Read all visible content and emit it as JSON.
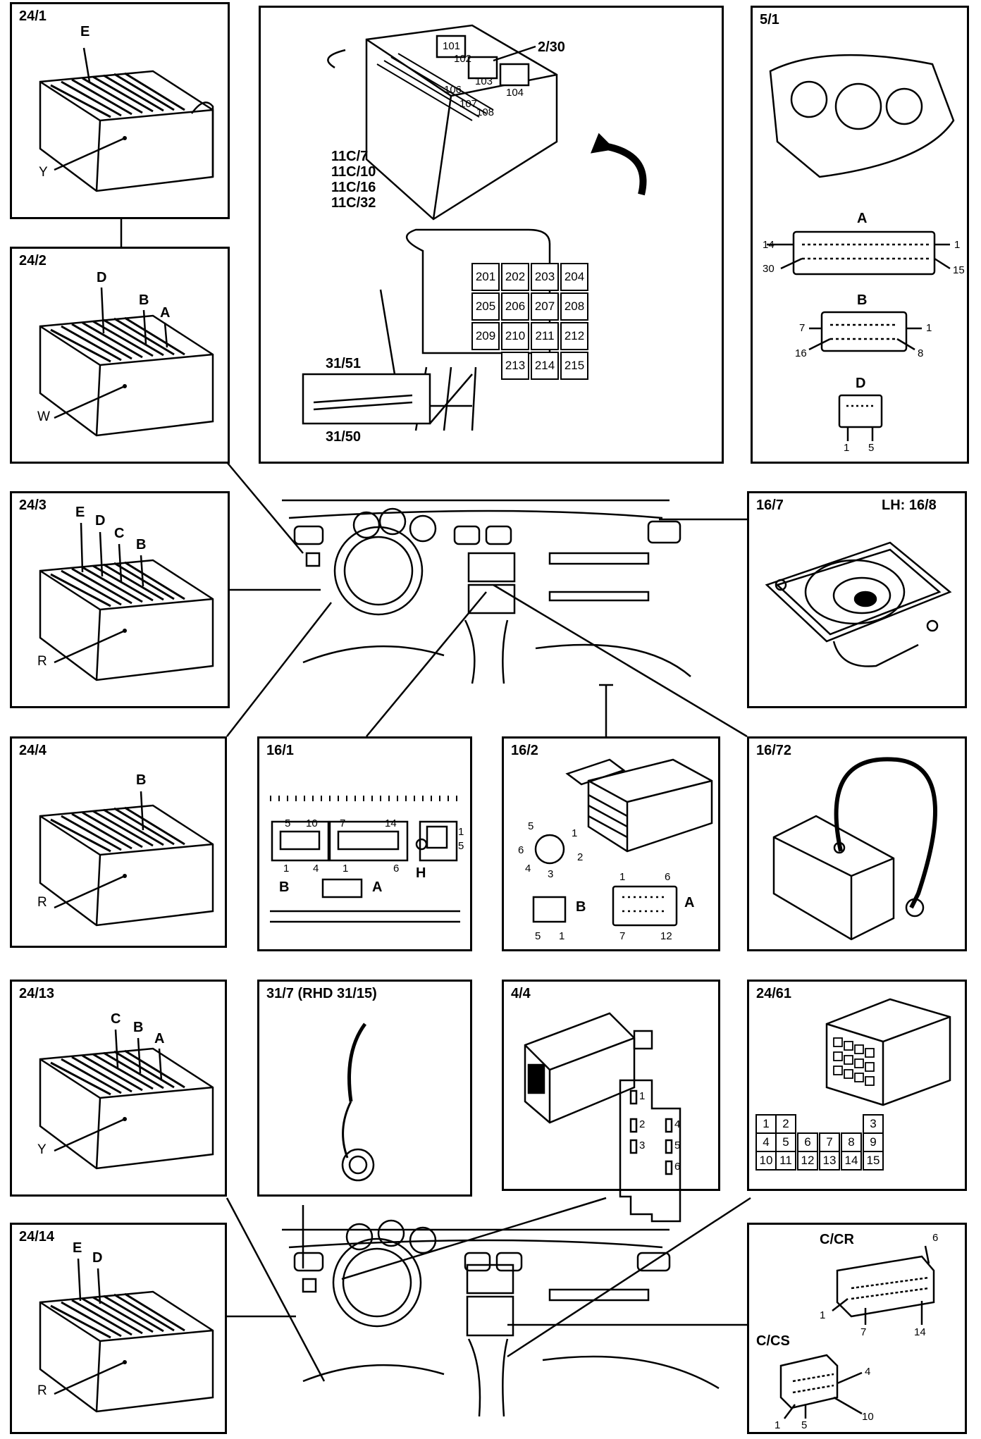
{
  "panels": {
    "p24_1": {
      "title": "24/1",
      "letters": [
        "E"
      ],
      "housing": "Y"
    },
    "p24_2": {
      "title": "24/2",
      "letters": [
        "D",
        "B",
        "A"
      ],
      "housing": "W"
    },
    "p24_3": {
      "title": "24/3",
      "letters": [
        "E",
        "D",
        "C",
        "B"
      ],
      "housing": "R"
    },
    "p24_4": {
      "title": "24/4",
      "letters": [
        "B"
      ],
      "housing": "R"
    },
    "p24_13": {
      "title": "24/13",
      "letters": [
        "C",
        "B",
        "A"
      ],
      "housing": "Y"
    },
    "p24_14": {
      "title": "24/14",
      "letters": [
        "E",
        "D"
      ],
      "housing": "R"
    },
    "fusebox": {
      "ref": "2/30",
      "codes": [
        "11C/7",
        "11C/10",
        "11C/16",
        "11C/32"
      ],
      "top_relays": [
        "101",
        "102",
        "103",
        "104",
        "106",
        "107",
        "108"
      ],
      "relays": [
        "201",
        "202",
        "203",
        "204",
        "205",
        "206",
        "207",
        "208",
        "209",
        "210",
        "211",
        "212",
        "213",
        "214",
        "215"
      ],
      "connector_top": "31/51",
      "connector_bottom": "31/50"
    },
    "p5_1": {
      "title": "5/1",
      "conn_a": {
        "label": "A",
        "pins": [
          "14",
          "1",
          "30",
          "15"
        ]
      },
      "conn_b": {
        "label": "B",
        "pins": [
          "7",
          "1",
          "16",
          "8"
        ]
      },
      "conn_d": {
        "label": "D",
        "pins": [
          "1",
          "5"
        ]
      }
    },
    "p16_7": {
      "title": "16/7",
      "alt": "LH: 16/8"
    },
    "p16_1": {
      "title": "16/1",
      "pins_top": [
        "5",
        "10",
        "7",
        "14"
      ],
      "pins_bottom": [
        "1",
        "4",
        "1",
        "6"
      ],
      "pins_h": [
        "1",
        "5"
      ],
      "labels": [
        "B",
        "A",
        "H"
      ]
    },
    "p16_2": {
      "title": "16/2",
      "din_pins": [
        "5",
        "1",
        "6",
        "2",
        "4",
        "3"
      ],
      "conn_a": {
        "label": "A",
        "pins": [
          "1",
          "6",
          "7",
          "12"
        ]
      },
      "conn_b": {
        "label": "B",
        "pins": [
          "5",
          "1"
        ]
      }
    },
    "p16_72": {
      "title": "16/72"
    },
    "p31_7": {
      "title": "31/7 (RHD 31/15)"
    },
    "p4_4": {
      "title": "4/4",
      "pins": [
        "1",
        "2",
        "4",
        "3",
        "5",
        "6"
      ]
    },
    "p24_61": {
      "title": "24/61",
      "grid_rows": [
        [
          "1",
          "2",
          "",
          "",
          "",
          "3"
        ],
        [
          "4",
          "5",
          "6",
          "7",
          "8",
          "9"
        ],
        [
          "10",
          "11",
          "12",
          "13",
          "14",
          "15"
        ]
      ]
    },
    "pc": {
      "cr": {
        "title": "C/CR",
        "pins": [
          "6",
          "1",
          "7",
          "14"
        ]
      },
      "cs": {
        "title": "C/CS",
        "pins": [
          "4",
          "1",
          "5",
          "10"
        ]
      }
    }
  }
}
